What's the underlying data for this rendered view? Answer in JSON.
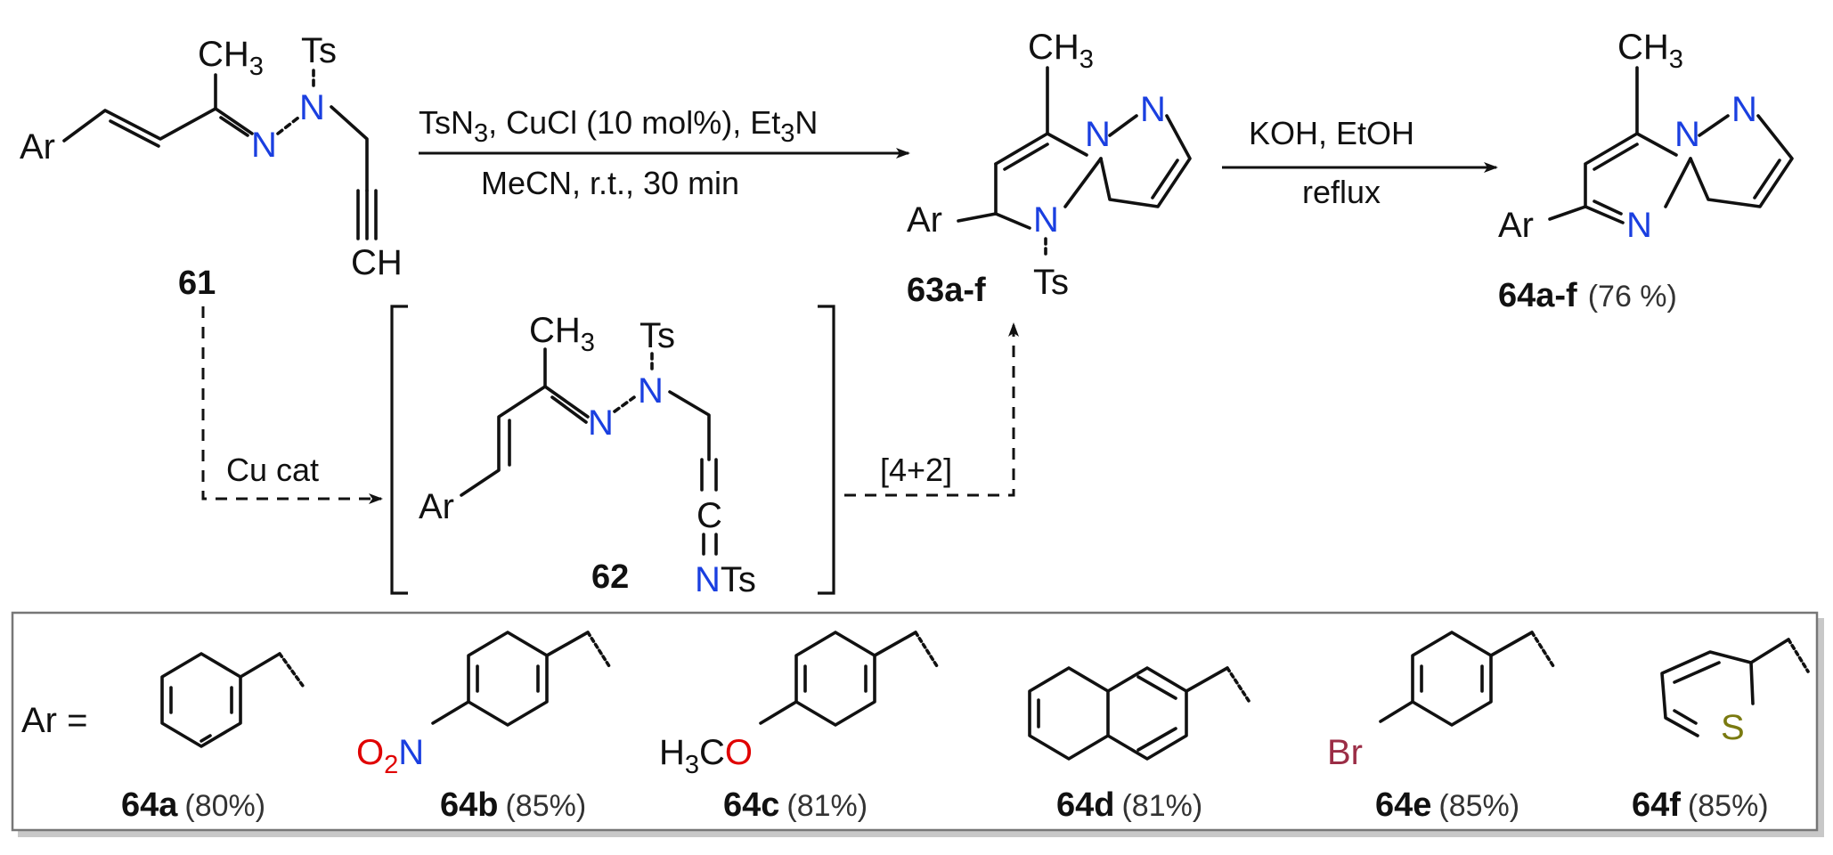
{
  "compounds": {
    "c61": {
      "label": "61"
    },
    "c62": {
      "label": "62"
    },
    "c63": {
      "label": "63a-f"
    },
    "c64": {
      "label": "64a-f",
      "yield": "(76 %)"
    }
  },
  "atoms": {
    "Ar": "Ar",
    "CH3": "CH",
    "sub3": "3",
    "Ts": "Ts",
    "N": "N",
    "CH": "CH",
    "C": "C",
    "NTs_N": "N",
    "NTs_Ts": "Ts",
    "dashN": "N-N"
  },
  "conditions": {
    "step1_top_a": "TsN",
    "step1_top_sub": "3",
    "step1_top_b": ", CuCl (10 mol%), Et",
    "step1_top_sub2": "3",
    "step1_top_c": "N",
    "step1_bottom": "MeCN, r.t., 30 min",
    "step2_top": "KOH, EtOH",
    "step2_bottom": "reflux",
    "cu_cat": "Cu cat",
    "cyclo": "[4+2]"
  },
  "substituents": {
    "ar_eq": "Ar =",
    "items": [
      {
        "label": "64a",
        "yield": "(80%)"
      },
      {
        "label": "64b",
        "yield": "(85%)",
        "group": "O",
        "group_sub": "2",
        "group_n": "N"
      },
      {
        "label": "64c",
        "yield": "(81%)",
        "group": "H",
        "group_sub": "3",
        "group_c": "C",
        "group_o": "O"
      },
      {
        "label": "64d",
        "yield": "(81%)"
      },
      {
        "label": "64e",
        "yield": "(85%)",
        "group": "Br"
      },
      {
        "label": "64f",
        "yield": "(85%)",
        "group": "S"
      }
    ]
  },
  "colors": {
    "nitrogen": "#1a3fe0",
    "oxygen": "#e00000",
    "bromine": "#9b2d46",
    "sulfur": "#7a7a10"
  }
}
